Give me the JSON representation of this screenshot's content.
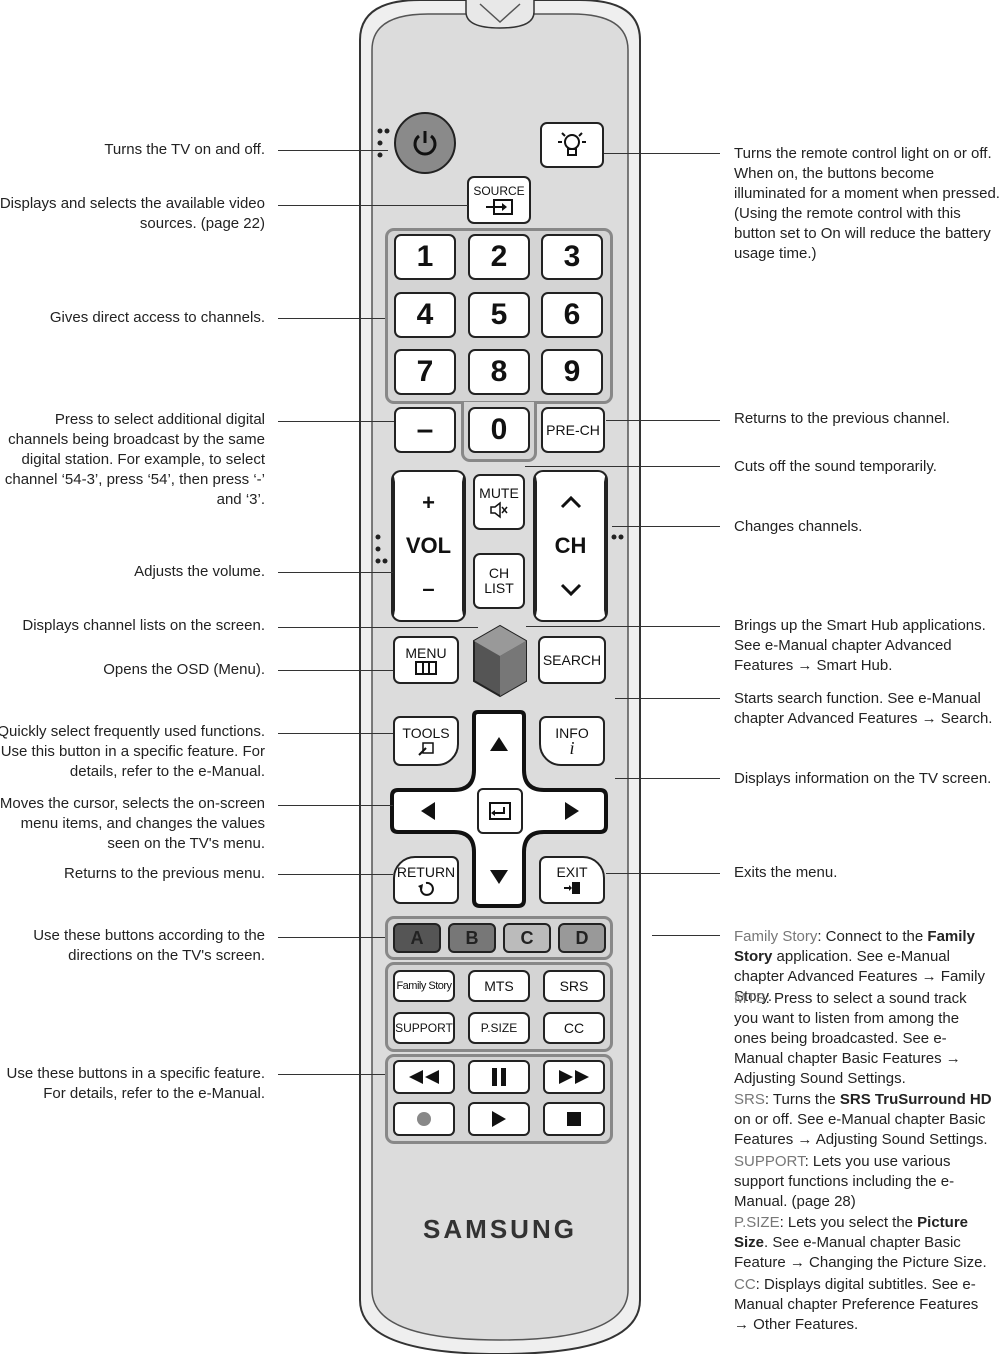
{
  "remote": {
    "brand": "SAMSUNG",
    "buttons": {
      "source": "SOURCE",
      "digits": [
        "1",
        "2",
        "3",
        "4",
        "5",
        "6",
        "7",
        "8",
        "9"
      ],
      "dash": "–",
      "zero": "0",
      "prech": "PRE-CH",
      "mute": "MUTE",
      "vol_plus": "+",
      "vol": "VOL",
      "vol_minus": "–",
      "ch": "CH",
      "chlist_1": "CH",
      "chlist_2": "LIST",
      "menu": "MENU",
      "search": "SEARCH",
      "tools": "TOOLS",
      "info": "INFO",
      "info_i": "i",
      "return": "RETURN",
      "exit": "EXIT",
      "colors": [
        {
          "label": "A",
          "color": "#555555"
        },
        {
          "label": "B",
          "color": "#777777"
        },
        {
          "label": "C",
          "color": "#bbbbbb"
        },
        {
          "label": "D",
          "color": "#999999"
        }
      ],
      "family_story": "Family Story",
      "mts": "MTS",
      "srs": "SRS",
      "support": "SUPPORT",
      "psize": "P.SIZE",
      "cc": "CC"
    }
  },
  "labels_left": {
    "power": "Turns the TV on and off.",
    "source": "Displays and selects the available video sources. (page 22)",
    "channels": "Gives direct access to channels.",
    "dash": "Press to select additional digital channels being broadcast by the same digital station. For example, to select channel ‘54-3’, press ‘54’, then press ‘-’ and ‘3’.",
    "volume": "Adjusts the volume.",
    "chlist": "Displays channel lists on the screen.",
    "menu": "Opens the OSD (Menu).",
    "tools": "Quickly select frequently used functions. Use this button in a specific feature. For details, refer to the e-Manual.",
    "cursor": "Moves the cursor, selects the on-screen menu items, and changes the values seen on the TV's menu.",
    "return": "Returns to the previous menu.",
    "colors": "Use these buttons according to the directions on the TV's screen.",
    "playback": "Use these buttons in a specific feature. For details, refer to the e-Manual."
  },
  "labels_right": {
    "light": "Turns the remote control light on or off. When on, the buttons become illuminated for a moment when pressed. (Using the remote control with this button set to On will reduce the battery usage time.)",
    "prech": "Returns to the previous channel.",
    "mute": "Cuts off the sound temporarily.",
    "ch": "Changes channels.",
    "smarthub": "Brings up the Smart Hub applications. See e-Manual chapter Advanced Features → Smart Hub.",
    "search": "Starts search function. See e-Manual chapter Advanced Features → Search.",
    "info": "Displays information on the TV screen.",
    "exit": "Exits the menu.",
    "family_term": "Family Story",
    "family_pre": ": Connect to the ",
    "family_bold": "Family Story",
    "family_post": " application. See e-Manual chapter Advanced Features → Family Story.",
    "mts_term": "MTS",
    "mts_text": ": Press to select a sound track you want to listen from among the ones being broadcasted. See e-Manual chapter Basic Features → Adjusting Sound Settings.",
    "srs_term": "SRS",
    "srs_pre": ": Turns the ",
    "srs_bold": "SRS TruSurround HD",
    "srs_post": " on or off. See e-Manual chapter Basic Features → Adjusting Sound Settings.",
    "support_term": "SUPPORT",
    "support_text": ": Lets you use various support functions including the e-Manual. (page 28)",
    "psize_term": "P.SIZE",
    "psize_pre": ": Lets you select the ",
    "psize_bold": "Picture Size",
    "psize_post": ". See e-Manual chapter Basic Feature → Changing the Picture Size.",
    "cc_term": "CC",
    "cc_text": ": Displays digital subtitles. See e-Manual chapter Preference Features → Other Features."
  },
  "colors": {
    "body": "#dcdcdc",
    "rim": "#efefef",
    "outline": "#333333",
    "power": "#8a8a8a"
  }
}
